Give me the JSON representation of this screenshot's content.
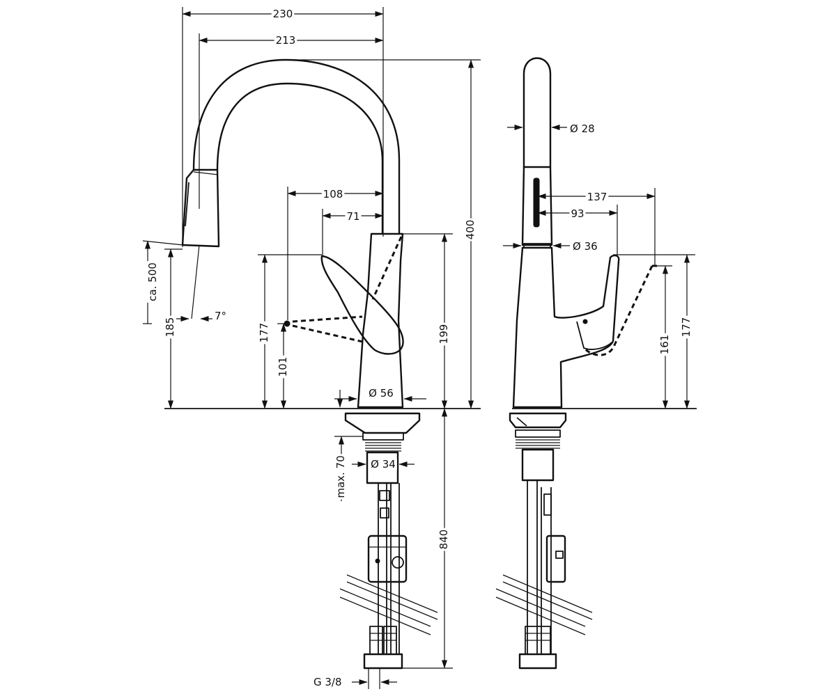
{
  "front_view": {
    "dim_overall_width": "230",
    "dim_spout_reach": "213",
    "dim_handle_reach": "108",
    "dim_handle_offset": "71",
    "dim_height": "400",
    "dim_pullout": "ca. 500",
    "dim_spray_height": "185",
    "dim_angle": "7°",
    "dim_handle_height": "177",
    "dim_handle_low": "101",
    "dim_body_height": "199",
    "dim_base_diameter": "Ø 56",
    "dim_shank_length": "max. 70",
    "dim_shank_diameter": "Ø 34",
    "dim_hose_length": "840",
    "dim_connection": "G 3/8"
  },
  "side_view": {
    "dim_spout_diameter": "Ø 28",
    "dim_lever_reach_max": "137",
    "dim_lever_reach": "93",
    "dim_body_diameter": "Ø 36",
    "dim_lever_height_low": "161",
    "dim_lever_height": "177"
  }
}
